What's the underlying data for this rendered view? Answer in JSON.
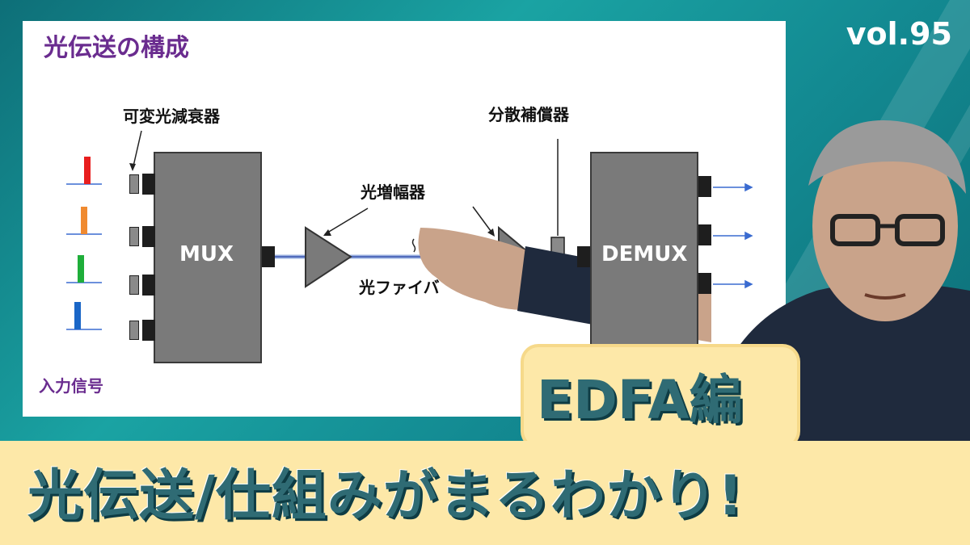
{
  "badge": {
    "volume": "vol.95"
  },
  "slide": {
    "title": "光伝送の構成",
    "labels": {
      "attenuator": "可変光減衰器",
      "amplifier": "光増幅器",
      "dispersion": "分散補償器",
      "fiber": "光ファイバ",
      "input": "入力信号"
    },
    "blocks": {
      "mux": "MUX",
      "demux": "DEMUX"
    },
    "signal_colors": [
      "#e81e1e",
      "#f08a30",
      "#1fae3a",
      "#1a66c7"
    ]
  },
  "overlay": {
    "edfa": "EDFA編"
  },
  "banner": {
    "headline": "光伝送/仕組みがまるわかり!"
  }
}
